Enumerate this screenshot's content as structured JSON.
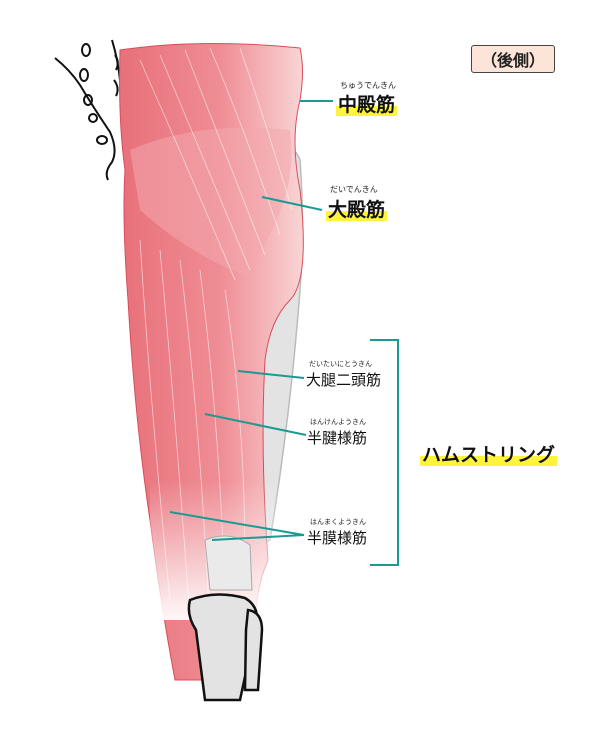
{
  "view_label": "（後側）",
  "muscles": [
    {
      "id": "gluteus-medius",
      "name": "中殿筋",
      "reading": "ちゅうでんきん",
      "highlight": true
    },
    {
      "id": "gluteus-maximus",
      "name": "大殿筋",
      "reading": "だいでんきん",
      "highlight": true
    },
    {
      "id": "biceps-femoris",
      "name": "大腿二頭筋",
      "reading": "だいたいにとうきん",
      "highlight": false
    },
    {
      "id": "semitendinosus",
      "name": "半腱様筋",
      "reading": "はんけんようきん",
      "highlight": false
    },
    {
      "id": "semimembranosus",
      "name": "半膜様筋",
      "reading": "はんまくようきん",
      "highlight": false
    }
  ],
  "group_label": "ハムストリング",
  "colors": {
    "muscle": "#e8707a",
    "muscle_light": "#f7c6c8",
    "bone": "#e3e3e3",
    "leader_line": "#1a9a93",
    "highlight": "#fff33b",
    "badge_bg": "#fde4d8"
  }
}
